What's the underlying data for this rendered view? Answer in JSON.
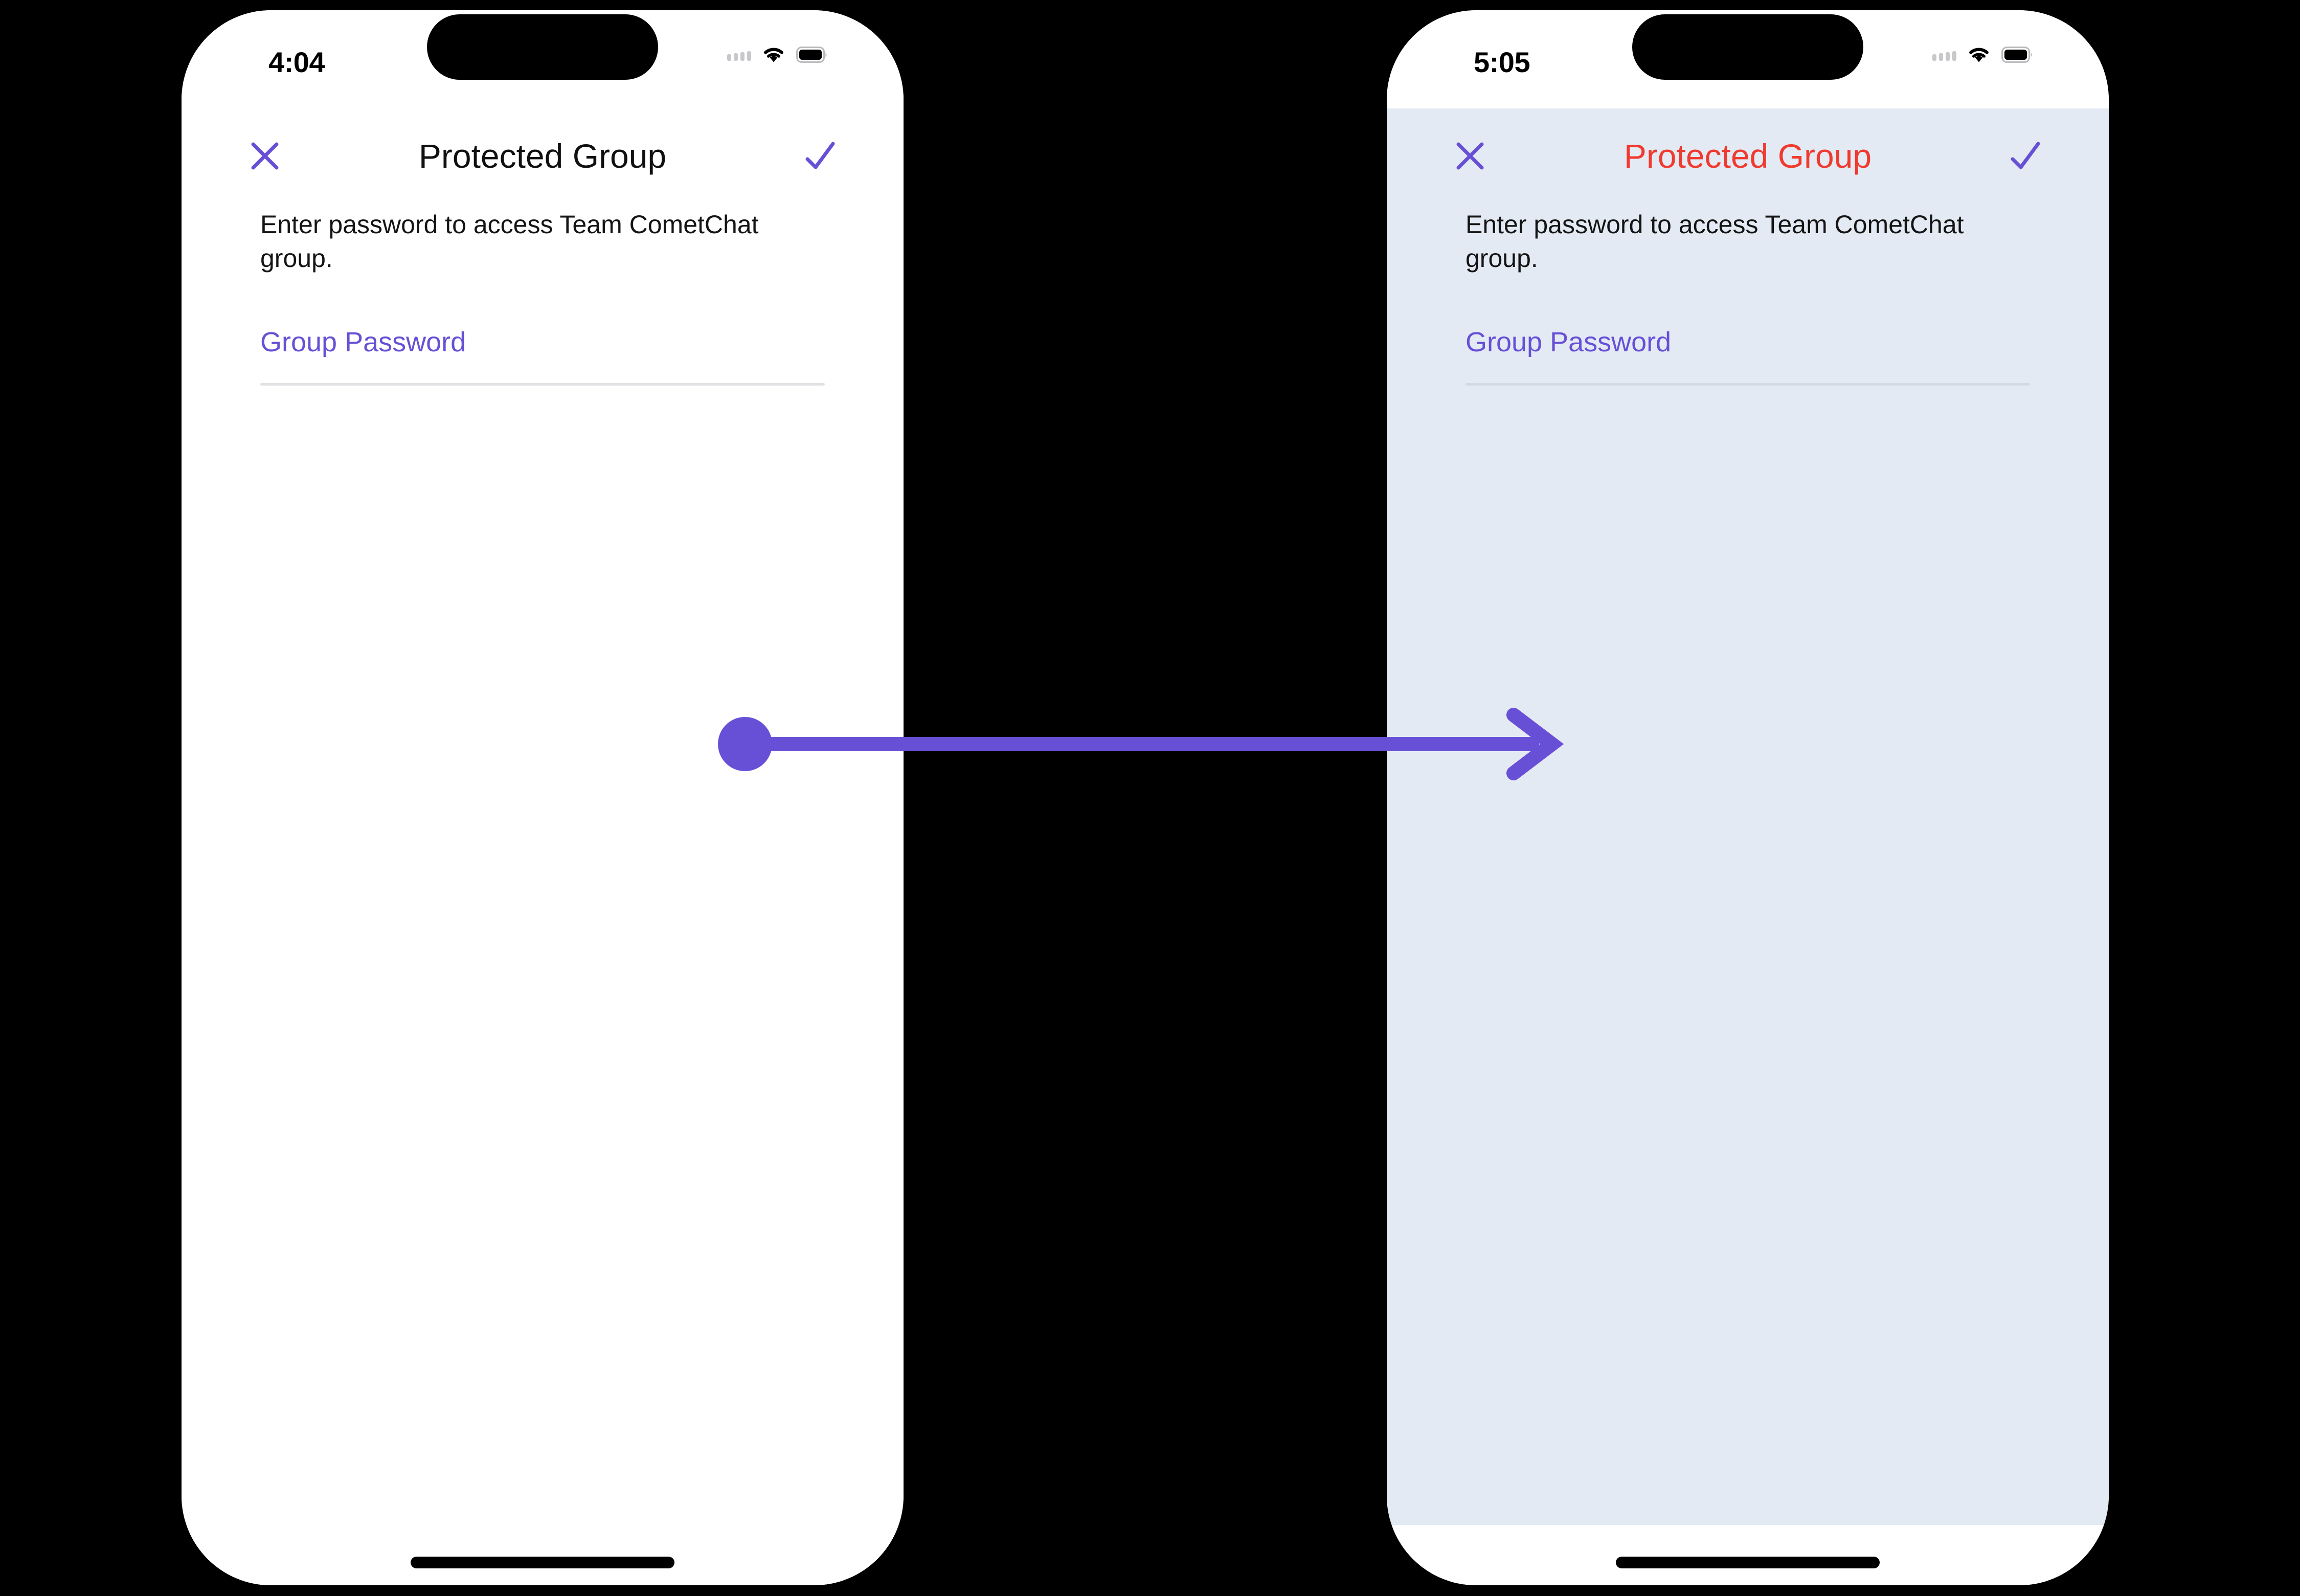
{
  "accent_colors": {
    "purple": "#6750D6",
    "danger_red": "#F03A2F",
    "tinted_background": "#E4EAF4",
    "underline_gray": "#E2E2E6"
  },
  "annotation": {
    "arrow_name": "transition-arrow",
    "arrow_color": "#6750D6",
    "direction": "left-to-right"
  },
  "screens": [
    {
      "id": "before",
      "status_bar": {
        "time": "4:04",
        "icons": [
          "signal-dots-icon",
          "wifi-icon",
          "battery-icon"
        ]
      },
      "nav": {
        "close_icon": "close-icon",
        "title": "Protected Group",
        "title_state": "default",
        "confirm_icon": "checkmark-icon"
      },
      "description": "Enter password to access Team CometChat group.",
      "password_field": {
        "placeholder": "Group Password",
        "value": ""
      },
      "home_indicator": "home-indicator",
      "background": "#FFFFFF"
    },
    {
      "id": "after",
      "status_bar": {
        "time": "5:05",
        "icons": [
          "signal-dots-icon",
          "wifi-icon",
          "battery-icon"
        ]
      },
      "nav": {
        "close_icon": "close-icon",
        "title": "Protected Group",
        "title_state": "error",
        "confirm_icon": "checkmark-icon"
      },
      "description": "Enter password to access Team CometChat group.",
      "password_field": {
        "placeholder": "Group Password",
        "value": ""
      },
      "home_indicator": "home-indicator",
      "background": "#E4EAF4"
    }
  ]
}
